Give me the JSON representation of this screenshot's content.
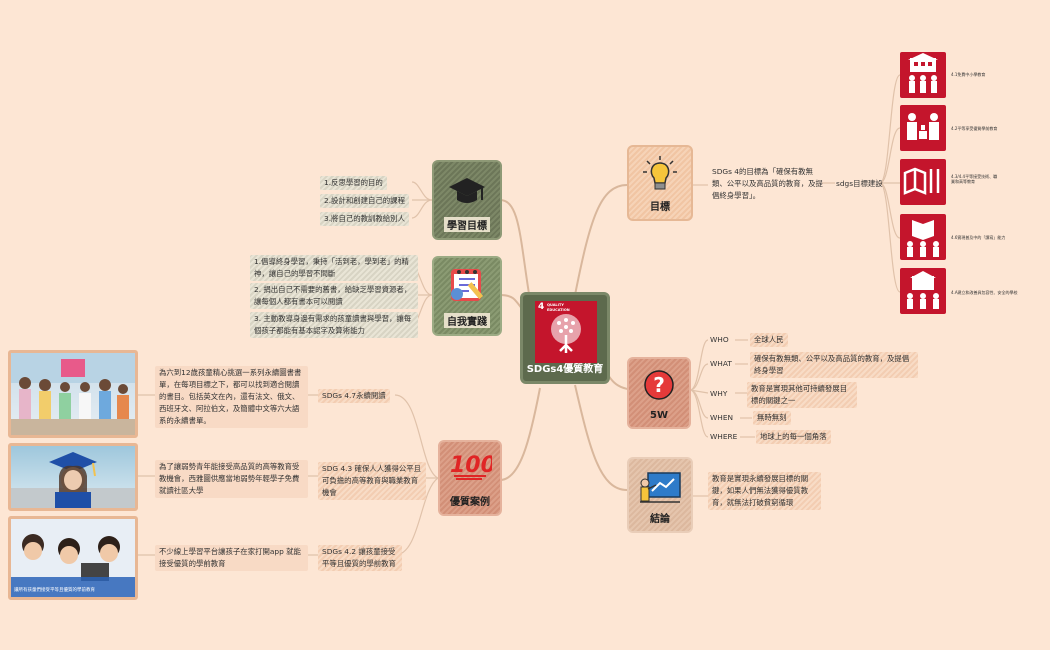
{
  "central": {
    "title": "SDGs4優質教育",
    "badge_num": "4",
    "badge_text": "QUALITY EDUCATION"
  },
  "learning_goals": {
    "title": "學習目標",
    "items": [
      "1.反思學習的目的",
      "2.設計和創建自己的課程",
      "3.將自己的教訓教給別人"
    ]
  },
  "self_practice": {
    "title": "自我實踐",
    "items": [
      "1.倡導終身學習，秉持「活到老，學到老」的精神，讓自己的學習不間斷",
      "2. 捐出自己不需要的舊書，給缺乏學習資源者，讓每個人都有書本可以閱讀",
      "3. 主動教導身邊有需求的孩童讀書與學習，讓每個孩子都能有基本認字及算術能力"
    ]
  },
  "cases": {
    "title": "優質案例",
    "items": [
      {
        "label": "SDGs 4.7永續閱讀",
        "desc": "為六到12歲孩童精心挑選一系列永續圖書書單，在每項目標之下，都可以找到適合閱讀的書目。包括英文在內，還有法文、俄文、西班牙文、阿拉伯文，及簡體中文等六大語系的永續書單。"
      },
      {
        "label": "SDG 4.3 確保人人獲得公平且可負擔的高等教育與職業教育機會",
        "desc": "為了讓弱勢青年能接受高品質的高等教育受教機會，西雅圖供應當地弱勢年輕學子免費就讀社區大學"
      },
      {
        "label": "SDGs 4.2 讓孩童接受平等且優質的學前教育",
        "desc": "不少線上學習平台讓孩子在家打開app 就能接受優質的學前教育",
        "photo_caption": "讓所有孩童們接受平等且優質的學前教育"
      }
    ]
  },
  "goal": {
    "title": "目標",
    "desc": "SDGs 4的目標為「確保有教無類、公平以及高品質的教育，及提倡終身學習」。",
    "sub": "sdgs目標建設",
    "targets": [
      "4.1免費中小學教育",
      "4.2平等享受優質學前教育",
      "4.3/4.4平等接受技術、職業和高等教育",
      "4.6實現普及中的「讀寫」能力",
      "4.A建立和改善具包容性、安全的學校"
    ]
  },
  "fivew": {
    "title": "5W",
    "rows": [
      {
        "k": "WHO",
        "v": "全球人民"
      },
      {
        "k": "WHAT",
        "v": "確保有教無類、公平以及高品質的教育，及提倡終身學習"
      },
      {
        "k": "WHY",
        "v": "教育是實現其他可持續發展目標的關鍵之一"
      },
      {
        "k": "WHEN",
        "v": "無時無刻"
      },
      {
        "k": "WHERE",
        "v": "地球上的每一個角落"
      }
    ]
  },
  "conclusion": {
    "title": "結論",
    "desc": "教育是實現永續發展目標的關鍵，如果人們無法獲得優質教育，就無法打破貧窮循環"
  },
  "colors": {
    "bg": "#fde6d4",
    "link": "#d7b49a",
    "learn": "#6f7a5a",
    "green": "#7a8a63",
    "center": "#5d6a4d",
    "orange": "#d9937a",
    "peach": "#f2c7a5",
    "tan": "#dcb89e",
    "sdg_red": "#c4152c"
  }
}
